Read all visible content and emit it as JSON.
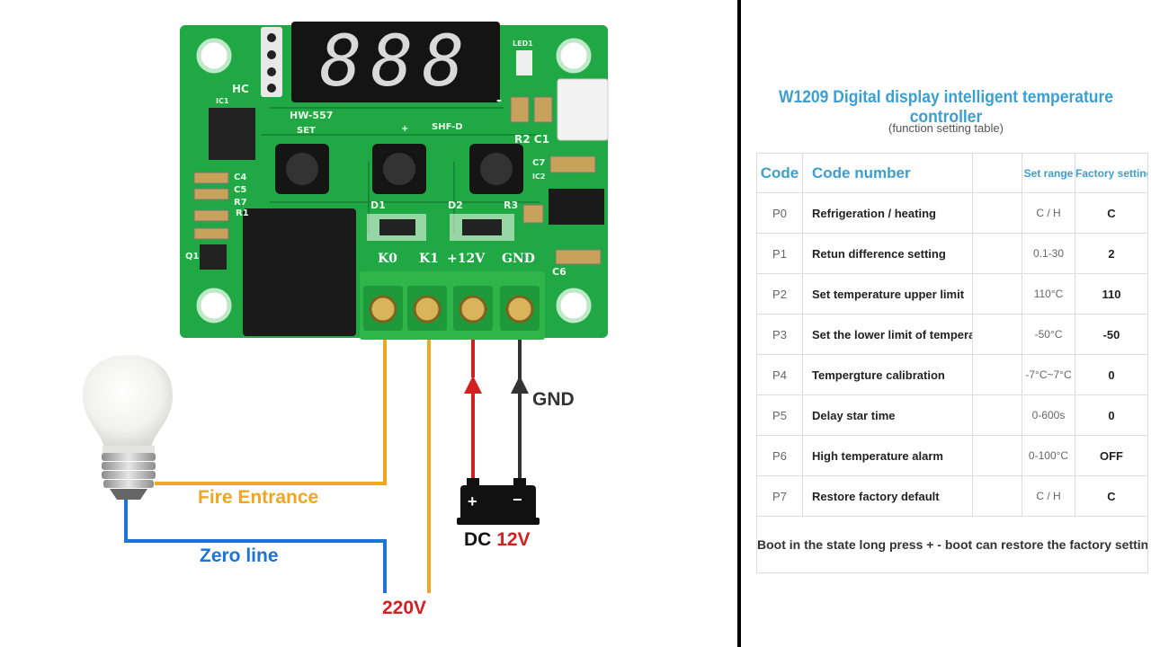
{
  "board": {
    "display_digits": "888",
    "silk": {
      "hc": "HC",
      "model": "HW-557",
      "set": "SET",
      "plus": "+",
      "minus": "-",
      "shf": "SHF-D",
      "led1": "LED1",
      "r2c1": "R2 C1",
      "c7": "C7",
      "ic2": "IC2",
      "c4": "C4",
      "c5": "C5",
      "r7": "R7",
      "r1": "R1",
      "q1": "Q1",
      "d1": "D1",
      "d2": "D2",
      "r3": "R3",
      "c6": "C6",
      "ic1": "IC1"
    },
    "terminals": [
      "K0",
      "K1",
      "+12V",
      "GND"
    ]
  },
  "wiring": {
    "fire_entrance": "Fire Entrance",
    "zero_line": "Zero line",
    "ac_voltage": "220V",
    "gnd": "GND",
    "dc_prefix": "DC",
    "dc_value": "12V",
    "battery_plus": "+",
    "battery_minus": "−",
    "colors": {
      "fire": "#f0a623",
      "zero": "#1e73d6",
      "plus12": "#d42020",
      "gnd": "#333333",
      "ac_label": "#d42020",
      "pcb": "#1fa843"
    }
  },
  "table": {
    "title": "W1209 Digital display intelligent temperature controller",
    "subtitle": "(function setting table)",
    "headers": {
      "code": "Code",
      "code_number": "Code number",
      "set_range": "Set range",
      "factory_setting": "Factory setting"
    },
    "rows": [
      {
        "code": "P0",
        "name": "Refrigeration / heating",
        "range": "C / H",
        "factory": "C"
      },
      {
        "code": "P1",
        "name": "Retun difference setting",
        "range": "0.1-30",
        "factory": "2"
      },
      {
        "code": "P2",
        "name": "Set temperature upper limit",
        "range": "110°C",
        "factory": "110"
      },
      {
        "code": "P3",
        "name": "Set the lower limit of temperature",
        "range": "-50°C",
        "factory": "-50"
      },
      {
        "code": "P4",
        "name": "Tempergture calibration",
        "range": "-7°C~7°C",
        "factory": "0"
      },
      {
        "code": "P5",
        "name": "Delay star time",
        "range": "0-600s",
        "factory": "0"
      },
      {
        "code": "P6",
        "name": "High temperature alarm",
        "range": "0-100°C",
        "factory": "OFF"
      },
      {
        "code": "P7",
        "name": "Restore factory default",
        "range": "C / H",
        "factory": "C"
      }
    ],
    "note": "Boot in the state long press + - boot can restore the factory  settings",
    "accent": "#3c9fd0"
  }
}
